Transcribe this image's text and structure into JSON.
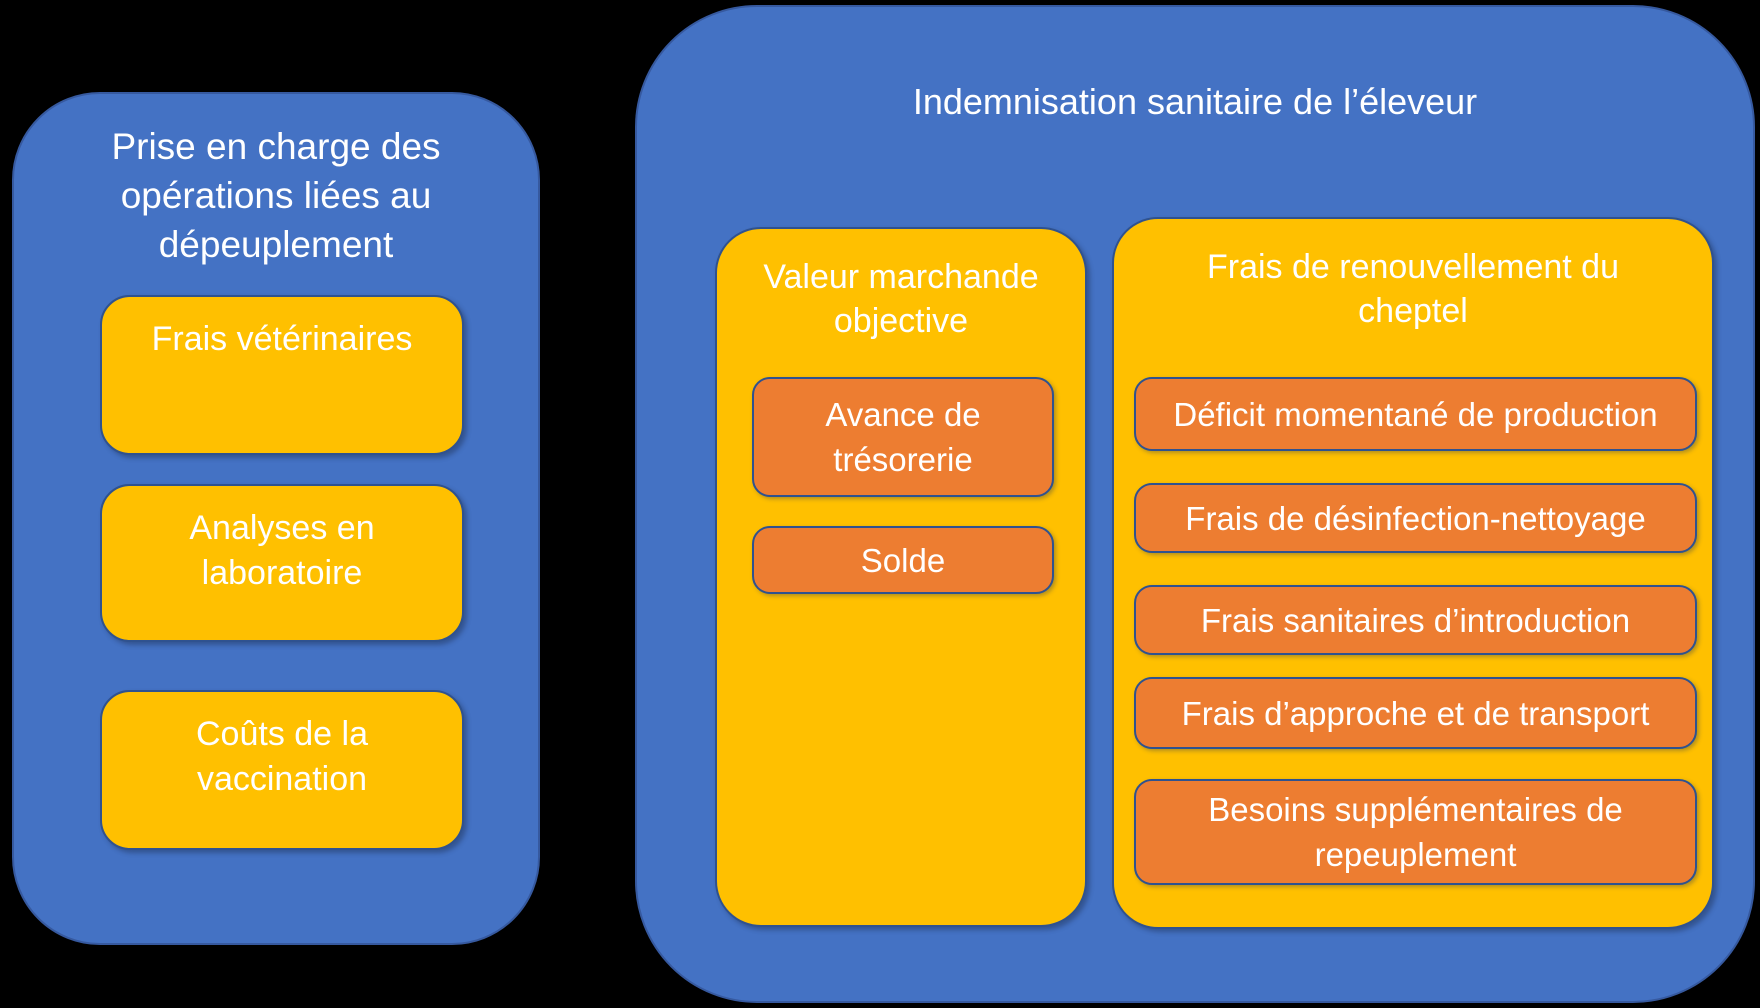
{
  "colors": {
    "background": "#000000",
    "container_blue": "#4472C4",
    "box_yellow": "#FFC000",
    "box_orange": "#ED7D31",
    "outline_navy": "#2F528F",
    "text": "#FFFFFF"
  },
  "left_group": {
    "title": "Prise en charge des opérations liées au dépeuplement",
    "items": [
      "Frais vétérinaires",
      "Analyses en laboratoire",
      "Coûts de la vaccination"
    ]
  },
  "right_group": {
    "title": "Indemnisation sanitaire de l’éleveur",
    "columns": [
      {
        "title": "Valeur marchande objective",
        "items": [
          "Avance de trésorerie",
          "Solde"
        ]
      },
      {
        "title": "Frais de renouvellement du cheptel",
        "items": [
          "Déficit momentané de production",
          "Frais de désinfection-nettoyage",
          "Frais sanitaires d’introduction",
          "Frais d’approche et de transport",
          "Besoins supplémentaires de repeuplement"
        ]
      }
    ]
  }
}
